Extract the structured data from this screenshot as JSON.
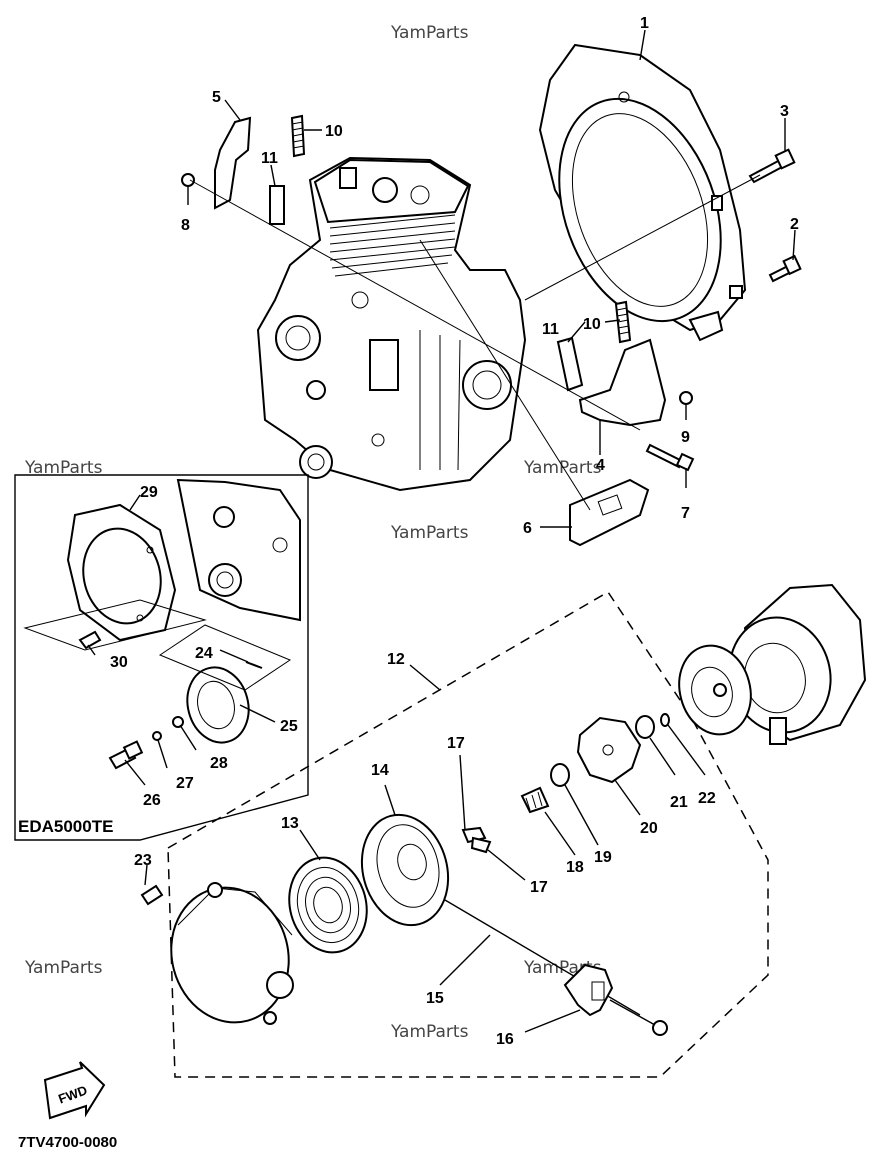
{
  "watermark": "YamParts",
  "inset_label": "EDA5000TE",
  "diagram_code": "7TV4700-0080",
  "fwd_label": "FWD",
  "callouts": {
    "c1": "1",
    "c2": "2",
    "c3": "3",
    "c4": "4",
    "c5": "5",
    "c6": "6",
    "c7": "7",
    "c8": "8",
    "c9": "9",
    "c10a": "10",
    "c10b": "10",
    "c11a": "11",
    "c11b": "11",
    "c12": "12",
    "c13": "13",
    "c14": "14",
    "c15": "15",
    "c16": "16",
    "c17a": "17",
    "c17b": "17",
    "c18": "18",
    "c19": "19",
    "c20": "20",
    "c21": "21",
    "c22": "22",
    "c23": "23",
    "c24": "24",
    "c25": "25",
    "c26": "26",
    "c27": "27",
    "c28": "28",
    "c29": "29",
    "c30": "30"
  }
}
